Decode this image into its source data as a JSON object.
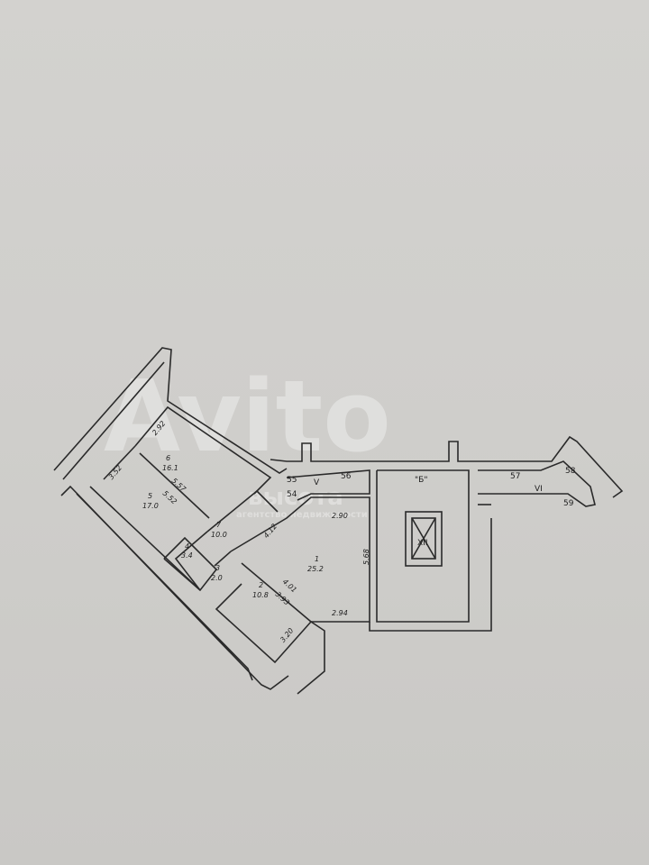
{
  "rooms": [
    {
      "num": "1",
      "area": "25.2"
    },
    {
      "num": "2",
      "area": "10.8"
    },
    {
      "num": "3",
      "area": "2.0"
    },
    {
      "num": "4",
      "area": "3.4"
    },
    {
      "num": "5",
      "area": "17.0"
    },
    {
      "num": "6",
      "area": "16.1"
    },
    {
      "num": "7",
      "area": "10.0"
    }
  ],
  "dimensions": [
    "2.92",
    "3.52",
    "5.57",
    "5.52",
    "4.12",
    "2.90",
    "5.68",
    "4.01",
    "3.93",
    "2.94",
    "3.20"
  ],
  "common": {
    "v": "V",
    "b": "\"Б\"",
    "vi": "VI",
    "xii": "XII",
    "n54": "54",
    "n55": "55",
    "n56": "56",
    "n57": "57",
    "n58": "58",
    "n59": "59"
  },
  "watermark": {
    "brand": "Avito",
    "agency": "высота",
    "agency_sub": "агентство недвижимости"
  }
}
